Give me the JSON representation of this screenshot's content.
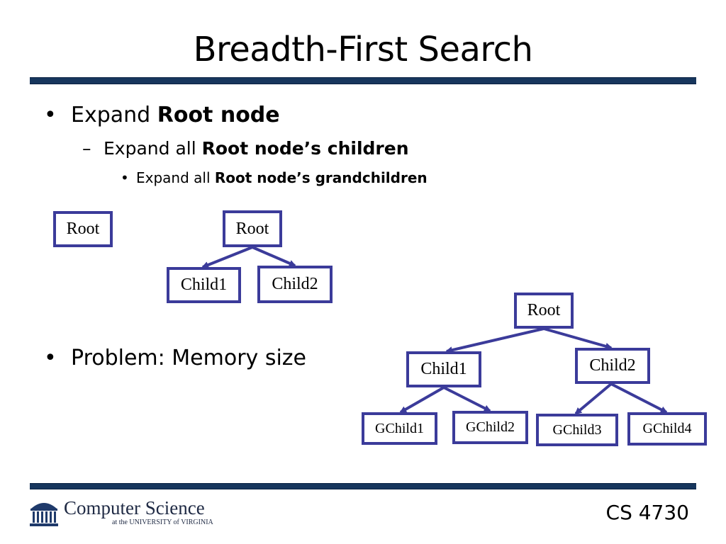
{
  "slide": {
    "title": "Breadth-First Search",
    "bullets": {
      "l1": {
        "marker": "•",
        "prefix": "Expand ",
        "bold": "Root node"
      },
      "l2": {
        "marker": "–",
        "prefix": "Expand all ",
        "bold": "Root node’s children"
      },
      "l3": {
        "marker": "•",
        "prefix": "Expand all ",
        "bold": "Root node’s grandchildren"
      },
      "problem": {
        "marker": "•",
        "text": "Problem: Memory size"
      }
    },
    "tree1": {
      "root": "Root"
    },
    "tree2": {
      "root": "Root",
      "child1": "Child1",
      "child2": "Child2"
    },
    "tree3": {
      "root": "Root",
      "child1": "Child1",
      "child2": "Child2",
      "gchild1": "GChild1",
      "gchild2": "GChild2",
      "gchild3": "GChild3",
      "gchild4": "GChild4"
    },
    "footer": {
      "logo_line1": "Computer Science",
      "logo_line2": "at the UNIVERSITY of VIRGINIA",
      "course": "CS 4730"
    },
    "colors": {
      "rule": "#17365d",
      "node_border": "#3b3b9a"
    }
  }
}
